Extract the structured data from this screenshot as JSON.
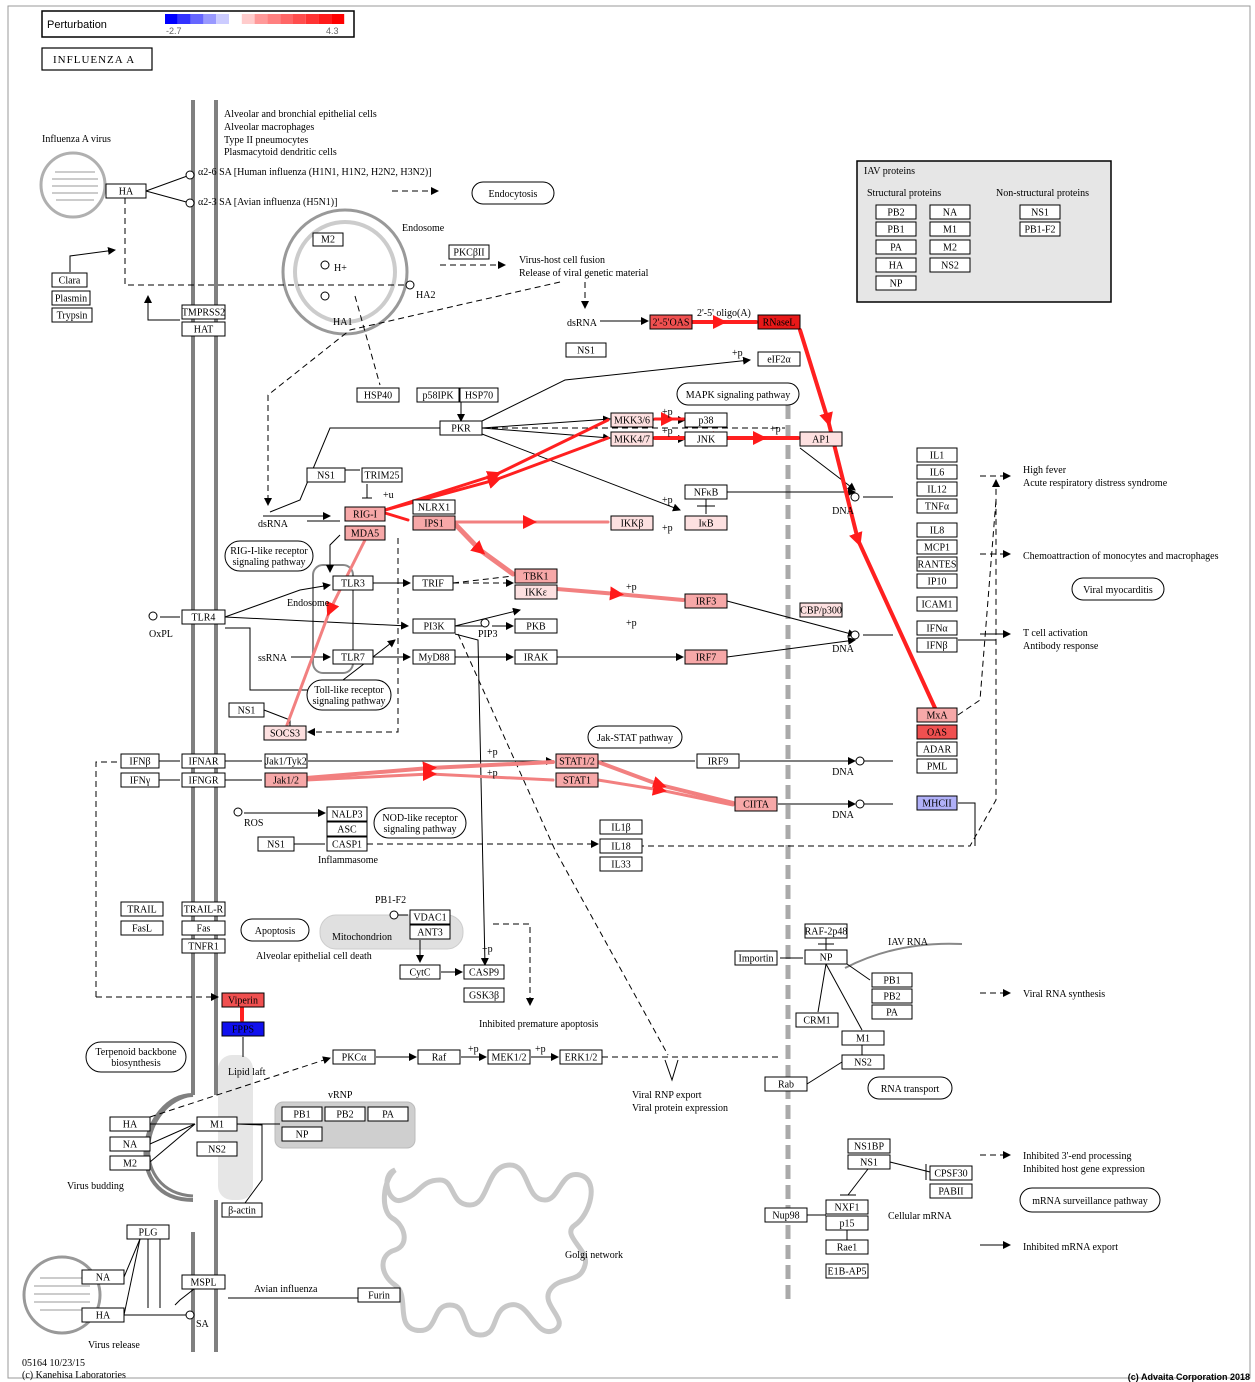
{
  "legend": {
    "title": "Perturbation",
    "min_label": "-2.7",
    "max_label": "4.3",
    "colors": [
      "#0000ff",
      "#3333ff",
      "#6666ff",
      "#9999ff",
      "#ccccff",
      "#ffffff",
      "#ffcccc",
      "#ff9999",
      "#ff8080",
      "#ff6666",
      "#ff4d4d",
      "#ff3333",
      "#ff1a1a",
      "#ff0000"
    ]
  },
  "pathway_title": "INFLUENZA A",
  "colors": {
    "gene_fill": "#ffffff",
    "up_light": "#fde0e0",
    "up_mid": "#f7a8a8",
    "up_strong": "#f05050",
    "up_max": "#e81818",
    "down_max": "#1010ee",
    "down_light": "#b0b0f8",
    "edge_red": "#ff2020",
    "edge_red_light": "#f28080",
    "membrane": "#808080"
  },
  "labels": {
    "influenza_virus": "Influenza A virus",
    "cells_1": "Alveolar and bronchial epithelial cells",
    "cells_2": "Alveolar macrophages",
    "cells_3": "Type II pneumocytes",
    "cells_4": "Plasmacytoid dendritic cells",
    "a26": "α2-6 SA  [Human influenza (H1N1, H1N2, H2N2, H3N2)]",
    "a23": "α2-3 SA  [Avian influenza (H5N1)]",
    "endosome": "Endosome",
    "hplus": "H+",
    "ha1": "HA1",
    "ha2": "HA2",
    "fusion_1": "Virus-host cell fusion",
    "fusion_2": "Release of viral genetic material",
    "oligo": "2'-5' oligo(A)",
    "dsrna_top": "dsRNA",
    "dsrna_mid": "dsRNA",
    "plus_u": "+u",
    "pp": "+p",
    "dna": "DNA",
    "pip3": "PIP3",
    "ssrna": "ssRNA",
    "oxpl": "OxPL",
    "ros": "ROS",
    "inflammasome": "Inflammasome",
    "endosome2": "Endosome",
    "high_fever_1": "High fever",
    "high_fever_2": "Acute respiratory distress syndrome",
    "chemo": "Chemoattraction of monocytes and macrophages",
    "tcell_1": "T cell activation",
    "tcell_2": "Antibody response",
    "pb1f2": "PB1-F2",
    "alveolar_death": "Alveolar epithelial cell death",
    "inhibited_apop": "Inhibited premature apoptosis",
    "iav_rna": "IAV RNA",
    "viral_rna_synth": "Viral RNA synthesis",
    "lipid_raft": "Lipid laft",
    "vrnp": "vRNP",
    "rnp_export_1": "Viral RNP export",
    "rnp_export_2": "Viral protein expression",
    "virus_budding": "Virus budding",
    "golgi": "Golgi network",
    "inhib3_1": "Inhibited 3'-end processing",
    "inhib3_2": "Inhibited host gene expression",
    "cellular_mrna": "Cellular mRNA",
    "inhib_mrna": "Inhibited mRNA export",
    "avian": "Avian influenza",
    "virus_release": "Virus release",
    "sa": "SA",
    "footer_1": "05164 10/23/15",
    "footer_2": "(c) Kanehisa Laboratories",
    "copyright": "(c) Advaita Corporation 2018",
    "iav_proteins": "IAV proteins",
    "structural": "Structural proteins",
    "nonstructural": "Non-structural proteins"
  },
  "pathways": {
    "endocytosis": "Endocytosis",
    "mapk": "MAPK signaling pathway",
    "rig1_1": "RIG-I-like receptor",
    "rig1_2": "signaling pathway",
    "tlr_1": "Toll-like receptor",
    "tlr_2": "signaling pathway",
    "jakstat": "Jak-STAT pathway",
    "nod_1": "NOD-like receptor",
    "nod_2": "signaling pathway",
    "viral_myo": "Viral myocarditis",
    "apoptosis": "Apoptosis",
    "mitochondrion": "Mitochondrion",
    "terpenoid_1": "Terpenoid backbone",
    "terpenoid_2": "biosynthesis",
    "rna_transport": "RNA transport",
    "mrna_surv": "mRNA surveillance pathway"
  },
  "genes": {
    "HA_top": "HA",
    "M2_top": "M2",
    "Clara": "Clara",
    "Plasmin": "Plasmin",
    "Trypsin": "Trypsin",
    "TMPRSS2": "TMPRSS2",
    "HAT": "HAT",
    "PKCbII": "PKCβII",
    "OAS2": "2'-5'OAS",
    "RNaseL": "RNaseL",
    "NS1a": "NS1",
    "eIF2a": "eIF2α",
    "HSP40": "HSP40",
    "p58IPK": "p58IPK",
    "HSP70": "HSP70",
    "PKR": "PKR",
    "MKK36": "MKK3/6",
    "MKK47": "MKK4/7",
    "p38": "p38",
    "JNK": "JNK",
    "AP1": "AP1",
    "NS1b": "NS1",
    "TRIM25": "TRIM25",
    "RIGI": "RIG-I",
    "MDA5": "MDA5",
    "NLRX1": "NLRX1",
    "IPS1": "IPS1",
    "IKKb": "IKKβ",
    "IkB": "IκB",
    "NFkB": "NFκB",
    "TLR3": "TLR3",
    "TRIF": "TRIF",
    "TBK1": "TBK1",
    "IKKe": "IKKε",
    "IRF3": "IRF3",
    "CBPp300": "CBP/p300",
    "TLR4": "TLR4",
    "PI3K": "PI3K",
    "PKB": "PKB",
    "TLR7": "TLR7",
    "MyD88": "MyD88",
    "IRAK": "IRAK",
    "IRF7": "IRF7",
    "NS1c": "NS1",
    "SOCS3": "SOCS3",
    "IFNb": "IFNβ",
    "IFNAR": "IFNAR",
    "JakTyk2": "Jak1/Tyk2",
    "STAT12": "STAT1/2",
    "IRF9": "IRF9",
    "IFNy": "IFNγ",
    "IFNGR": "IFNGR",
    "Jak12": "Jak1/2",
    "STAT1": "STAT1",
    "CIITA": "CIITA",
    "NALP3": "NALP3",
    "ASC": "ASC",
    "CASP1": "CASP1",
    "NS1d": "NS1",
    "IL1b": "IL1β",
    "IL18": "IL18",
    "IL33": "IL33",
    "IL1": "IL1",
    "IL6": "IL6",
    "IL12": "IL12",
    "TNFa": "TNFα",
    "IL8": "IL8",
    "MCP1": "MCP1",
    "RANTES": "RANTES",
    "IP10": "IP10",
    "ICAM1": "ICAM1",
    "IFNa2": "IFNα",
    "IFNb2": "IFNβ",
    "MxA": "MxA",
    "OAS": "OAS",
    "ADAR": "ADAR",
    "PML": "PML",
    "MHCII": "MHCII",
    "TRAIL": "TRAIL",
    "TRAILR": "TRAIL-R",
    "FasL": "FasL",
    "Fas": "Fas",
    "TNFR1": "TNFR1",
    "VDAC1": "VDAC1",
    "ANT3": "ANT3",
    "CytC": "CytC",
    "CASP9": "CASP9",
    "GSK3b": "GSK3β",
    "RAF2p48": "RAF-2p48",
    "NP_a": "NP",
    "Importin": "Importin",
    "CRM1": "CRM1",
    "M1_a": "M1",
    "NS2_a": "NS2",
    "Rab": "Rab",
    "PB1_a": "PB1",
    "PB2_a": "PB2",
    "PA_a": "PA",
    "Viperin": "Viperin",
    "FPPS": "FPPS",
    "PKCa": "PKCα",
    "Raf": "Raf",
    "MEK12": "MEK1/2",
    "ERK12": "ERK1/2",
    "HA_b": "HA",
    "NA_b": "NA",
    "M2_b": "M2",
    "M1_b": "M1",
    "NS2_b": "NS2",
    "PB1_b": "PB1",
    "PB2_b": "PB2",
    "PA_b": "PA",
    "NP_b": "NP",
    "bactin": "β-actin",
    "PLG": "PLG",
    "NA_c": "NA",
    "HA_c": "HA",
    "MSPL": "MSPL",
    "Furin": "Furin",
    "NS1BP": "NS1BP",
    "NS1e": "NS1",
    "CPSF30": "CPSF30",
    "PABII": "PABII",
    "Nup98": "Nup98",
    "NXF1": "NXF1",
    "p15": "p15",
    "Rae1": "Rae1",
    "E1BAP5": "E1B-AP5",
    "L_PB2": "PB2",
    "L_NA": "NA",
    "L_PB1": "PB1",
    "L_M1": "M1",
    "L_PA": "PA",
    "L_M2": "M2",
    "L_HA": "HA",
    "L_NS2": "NS2",
    "L_NP": "NP",
    "L_NS1": "NS1",
    "L_PB1F2": "PB1-F2"
  }
}
